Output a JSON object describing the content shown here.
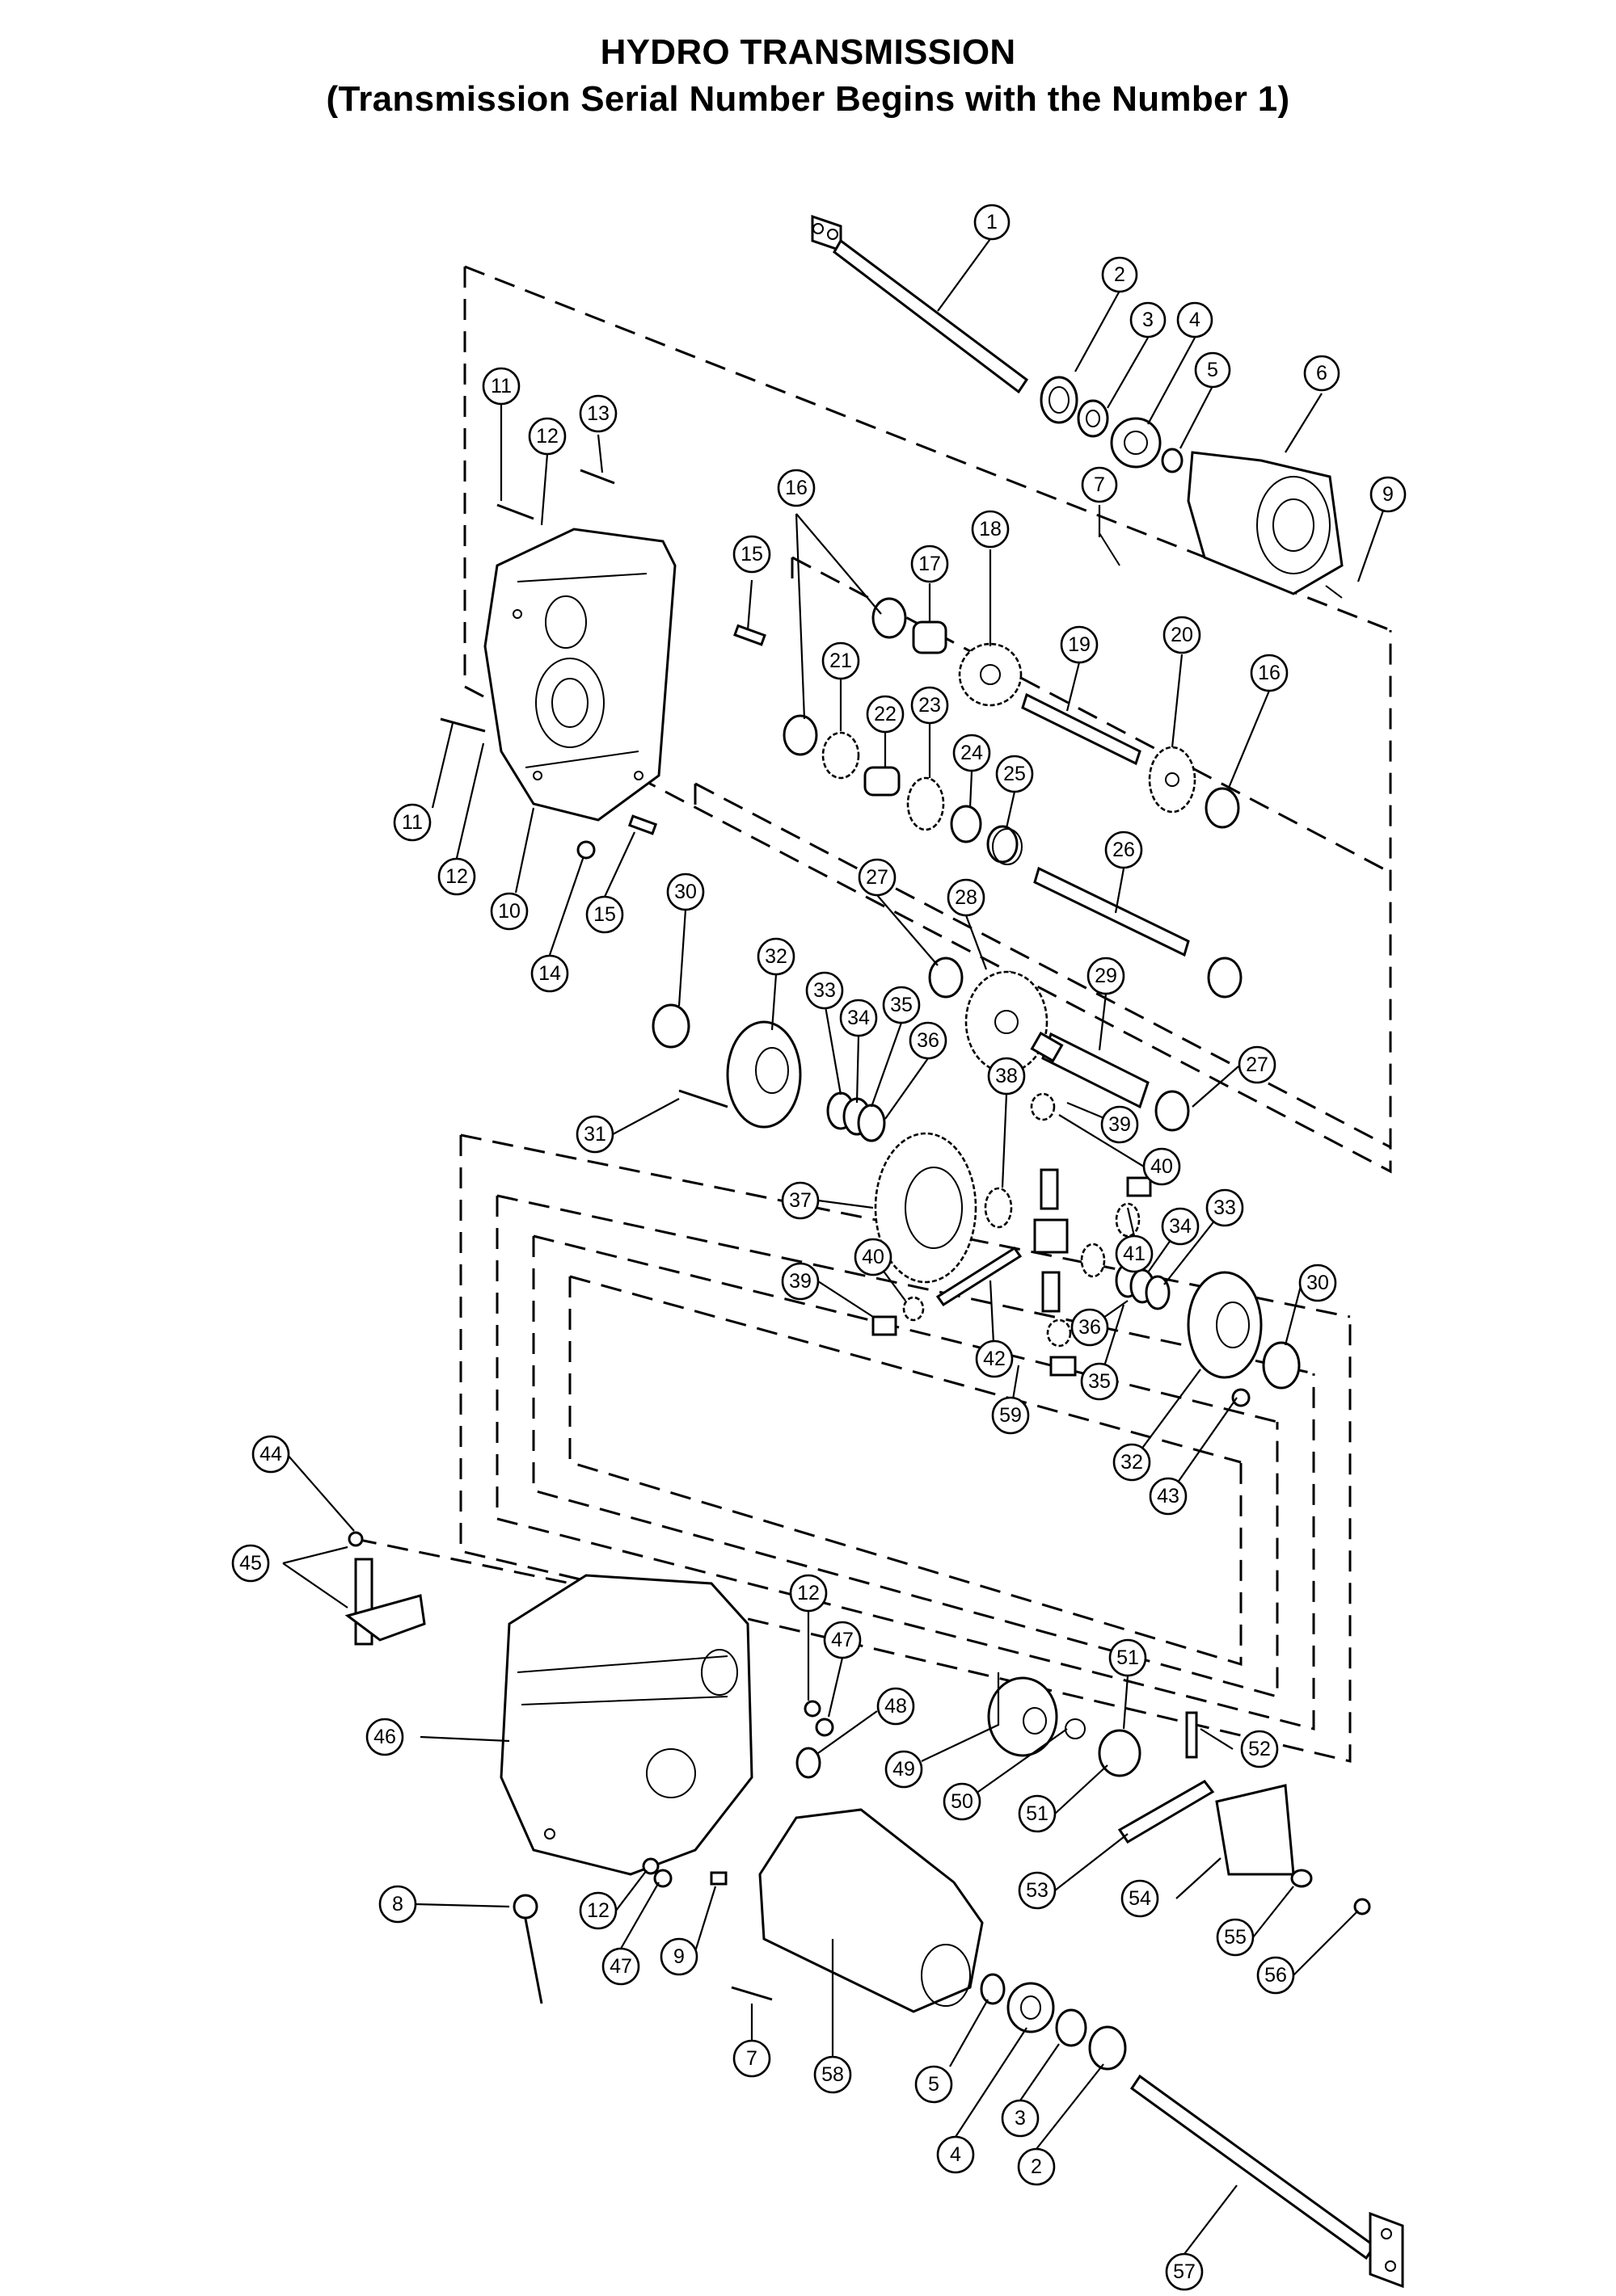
{
  "page": {
    "title_line1": "HYDRO TRANSMISSION",
    "title_line2": "(Transmission Serial Number Begins with the Number 1)"
  },
  "callouts": [
    {
      "id": "c1",
      "label": "1"
    },
    {
      "id": "c2a",
      "label": "2"
    },
    {
      "id": "c3a",
      "label": "3"
    },
    {
      "id": "c4a",
      "label": "4"
    },
    {
      "id": "c5a",
      "label": "5"
    },
    {
      "id": "c6",
      "label": "6"
    },
    {
      "id": "c7a",
      "label": "7"
    },
    {
      "id": "c9a",
      "label": "9"
    },
    {
      "id": "c11a",
      "label": "11"
    },
    {
      "id": "c12a",
      "label": "12"
    },
    {
      "id": "c13",
      "label": "13"
    },
    {
      "id": "c16a",
      "label": "16"
    },
    {
      "id": "c15a",
      "label": "15"
    },
    {
      "id": "c17",
      "label": "17"
    },
    {
      "id": "c18",
      "label": "18"
    },
    {
      "id": "c19",
      "label": "19"
    },
    {
      "id": "c20",
      "label": "20"
    },
    {
      "id": "c16b",
      "label": "16"
    },
    {
      "id": "c21",
      "label": "21"
    },
    {
      "id": "c22",
      "label": "22"
    },
    {
      "id": "c23",
      "label": "23"
    },
    {
      "id": "c24",
      "label": "24"
    },
    {
      "id": "c25",
      "label": "25"
    },
    {
      "id": "c11b",
      "label": "11"
    },
    {
      "id": "c12b",
      "label": "12"
    },
    {
      "id": "c10",
      "label": "10"
    },
    {
      "id": "c14",
      "label": "14"
    },
    {
      "id": "c15b",
      "label": "15"
    },
    {
      "id": "c26",
      "label": "26"
    },
    {
      "id": "c30a",
      "label": "30"
    },
    {
      "id": "c27a",
      "label": "27"
    },
    {
      "id": "c28",
      "label": "28"
    },
    {
      "id": "c32a",
      "label": "32"
    },
    {
      "id": "c29",
      "label": "29"
    },
    {
      "id": "c33a",
      "label": "33"
    },
    {
      "id": "c34a",
      "label": "34"
    },
    {
      "id": "c35a",
      "label": "35"
    },
    {
      "id": "c36a",
      "label": "36"
    },
    {
      "id": "c27b",
      "label": "27"
    },
    {
      "id": "c31",
      "label": "31"
    },
    {
      "id": "c38",
      "label": "38"
    },
    {
      "id": "c39a",
      "label": "39"
    },
    {
      "id": "c40a",
      "label": "40"
    },
    {
      "id": "c37",
      "label": "37"
    },
    {
      "id": "c41",
      "label": "41"
    },
    {
      "id": "c34b",
      "label": "34"
    },
    {
      "id": "c33b",
      "label": "33"
    },
    {
      "id": "c40b",
      "label": "40"
    },
    {
      "id": "c39b",
      "label": "39"
    },
    {
      "id": "c30b",
      "label": "30"
    },
    {
      "id": "c36b",
      "label": "36"
    },
    {
      "id": "c42",
      "label": "42"
    },
    {
      "id": "c35b",
      "label": "35"
    },
    {
      "id": "c59",
      "label": "59"
    },
    {
      "id": "c32b",
      "label": "32"
    },
    {
      "id": "c43",
      "label": "43"
    },
    {
      "id": "c44",
      "label": "44"
    },
    {
      "id": "c45",
      "label": "45"
    },
    {
      "id": "c12c",
      "label": "12"
    },
    {
      "id": "c47a",
      "label": "47"
    },
    {
      "id": "c48",
      "label": "48"
    },
    {
      "id": "c51a",
      "label": "51"
    },
    {
      "id": "c46",
      "label": "46"
    },
    {
      "id": "c49",
      "label": "49"
    },
    {
      "id": "c52",
      "label": "52"
    },
    {
      "id": "c50",
      "label": "50"
    },
    {
      "id": "c51b",
      "label": "51"
    },
    {
      "id": "c53",
      "label": "53"
    },
    {
      "id": "c54",
      "label": "54"
    },
    {
      "id": "c8",
      "label": "8"
    },
    {
      "id": "c12d",
      "label": "12"
    },
    {
      "id": "c55",
      "label": "55"
    },
    {
      "id": "c56",
      "label": "56"
    },
    {
      "id": "c47b",
      "label": "47"
    },
    {
      "id": "c9b",
      "label": "9"
    },
    {
      "id": "c7b",
      "label": "7"
    },
    {
      "id": "c58",
      "label": "58"
    },
    {
      "id": "c5b",
      "label": "5"
    },
    {
      "id": "c3b",
      "label": "3"
    },
    {
      "id": "c4b",
      "label": "4"
    },
    {
      "id": "c2b",
      "label": "2"
    },
    {
      "id": "c57",
      "label": "57"
    }
  ]
}
